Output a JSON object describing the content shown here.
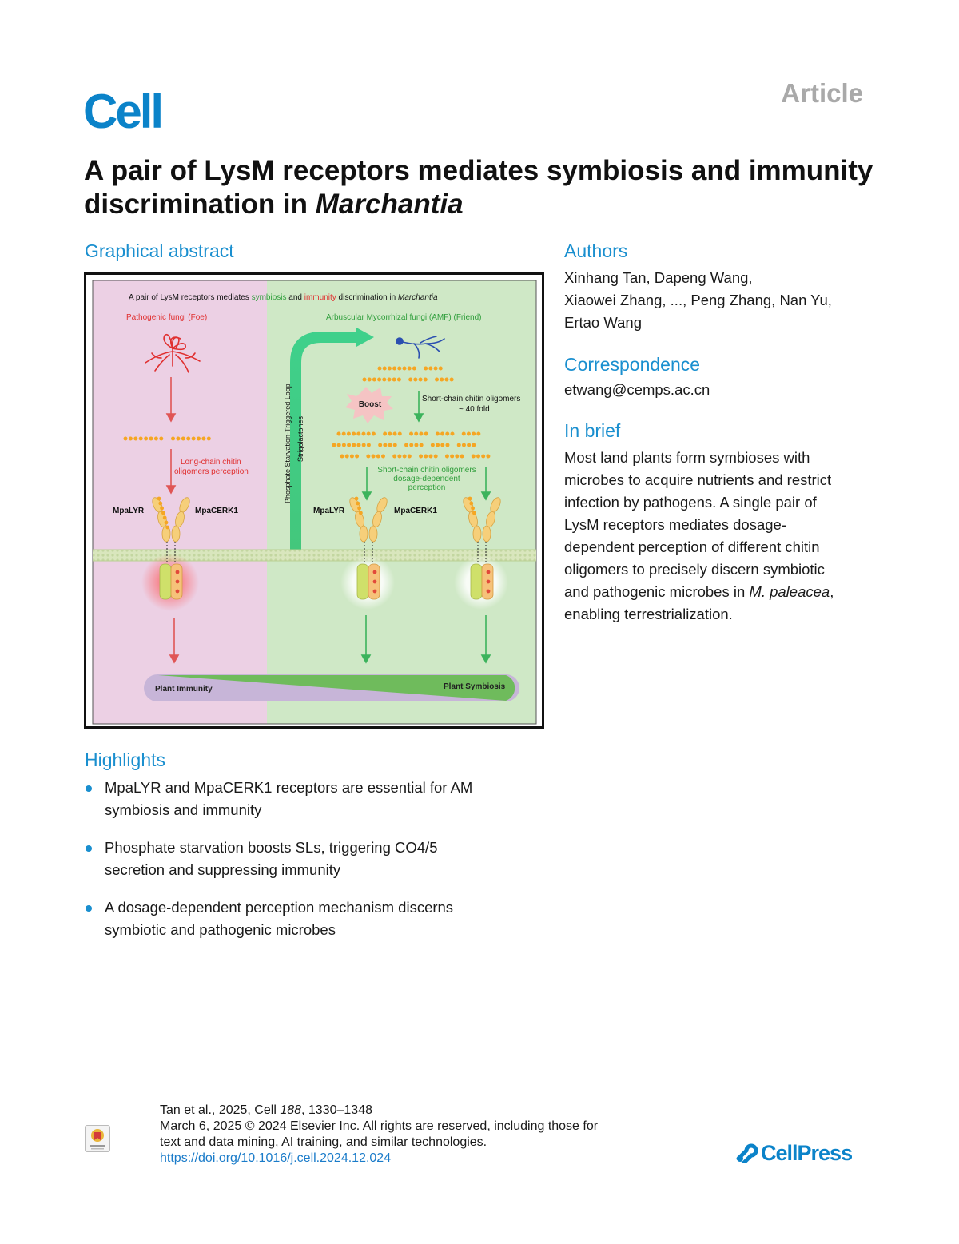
{
  "header": {
    "journal": "Cell",
    "article_type": "Article",
    "title_part1": "A pair of LysM receptors mediates symbiosis and immunity discrimination in ",
    "title_italic": "Marchantia"
  },
  "graphical_abstract": {
    "heading": "Graphical abstract",
    "figure_title_pre": "A pair of LysM receptors mediates ",
    "figure_title_symbiosis": "symbiosis",
    "figure_title_and": " and ",
    "figure_title_immunity": "immunity",
    "figure_title_mid": " discrimination in ",
    "figure_title_species": "Marchantia",
    "pathogenic_label": "Pathogenic fungi (Foe)",
    "amf_label": "Arbuscular Mycorrhizal fungi (AMF) (Friend)",
    "long_chain_line1": "Long-chain chitin",
    "long_chain_line2": "oligomers perception",
    "loop_label": "Phosphate Starvation-Triggered Loop",
    "strigolactones": "Strigolactones",
    "boost": "Boost",
    "short_chain_line1": "Short-chain chitin oligomers",
    "short_chain_line2": "~ 40 fold",
    "dosage_line1": "Short-chain chitin oligomers",
    "dosage_line2": "dosage-dependent",
    "dosage_line3": "perception",
    "receptor_lyr": "MpaLYR",
    "receptor_cerk": "MpaCERK1",
    "plant_immunity": "Plant Immunity",
    "plant_symbiosis": "Plant Symbiosis",
    "colors": {
      "immunity_bg": "#ecd0e4",
      "symbiosis_bg": "#cfe8c6",
      "red_arrow": "#e05555",
      "green_arrow": "#3cb35c",
      "chitin_dot": "#f5a623"
    }
  },
  "authors": {
    "heading": "Authors",
    "line1": "Xinhang Tan, Dapeng Wang,",
    "line2": "Xiaowei Zhang, ..., Peng Zhang, Nan Yu,",
    "line3": "Ertao Wang"
  },
  "correspondence": {
    "heading": "Correspondence",
    "email": "etwang@cemps.ac.cn"
  },
  "in_brief": {
    "heading": "In brief",
    "lines": [
      "Most land plants form symbioses with",
      "microbes to acquire nutrients and restrict",
      "infection by pathogens. A single pair of",
      "LysM receptors mediates dosage-",
      "dependent perception of different chitin",
      "oligomers to precisely discern symbiotic"
    ],
    "line7_pre": "and pathogenic microbes in ",
    "line7_italic": "M. paleacea",
    "line7_post": ",",
    "line8": "enabling terrestrialization."
  },
  "highlights": {
    "heading": "Highlights",
    "items": [
      {
        "line1": "MpaLYR and MpaCERK1 receptors are essential for AM",
        "line2": "symbiosis and immunity"
      },
      {
        "line1": "Phosphate starvation boosts SLs, triggering CO4/5",
        "line2": "secretion and suppressing immunity"
      },
      {
        "line1": "A dosage-dependent perception mechanism discerns",
        "line2": "symbiotic and pathogenic microbes"
      }
    ]
  },
  "footer": {
    "citation_pre": "Tan et al., 2025, Cell ",
    "citation_volume": "188",
    "citation_pages": ", 1330–1348",
    "copyright_line1": "March 6, 2025 © 2024 Elsevier Inc. All rights are reserved, including those for",
    "copyright_line2": "text and data mining, AI training, and similar technologies.",
    "doi": "https://doi.org/10.1016/j.cell.2024.12.024",
    "crossmark_label": "Check for updates",
    "publisher": "CellPress"
  }
}
